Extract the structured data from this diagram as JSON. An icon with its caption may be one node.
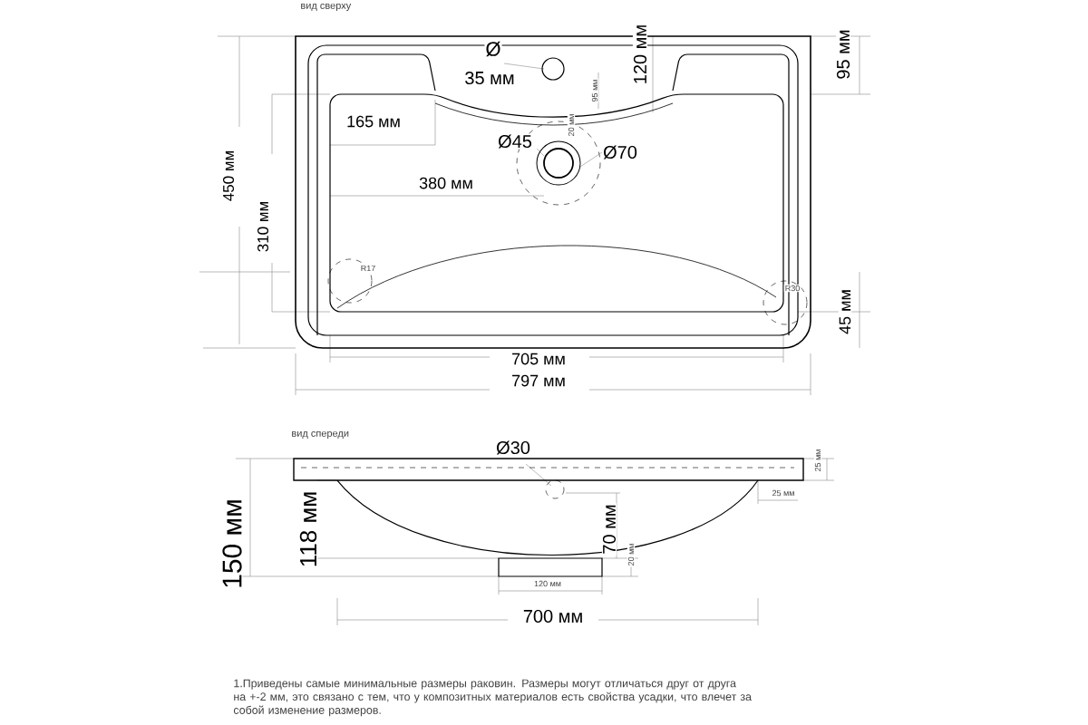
{
  "diagram": {
    "labels": [
      "вид сверху",
      "Ø",
      "35 мм",
      "120 мм",
      "95 мм",
      "95 мм",
      "165 мм",
      "20 мм",
      "Ø45",
      "Ø70",
      "450 мм",
      "310 мм",
      "380 мм",
      "R17",
      "R30",
      "45 мм",
      "705 мм",
      "797 мм",
      "вид спереди",
      "Ø30",
      "25 мм",
      "25 мм",
      "150 мм",
      "118 мм",
      "70 мм",
      "20 мм",
      "120 мм",
      "700 мм",
      "1.Приведены самые минимальные размеры раковин. Размеры могут отличаться друг от друга на +-2 мм, это связано с тем, что у композитных материалов есть свойства усадки, что влечет за собой изменение размеров."
    ]
  }
}
